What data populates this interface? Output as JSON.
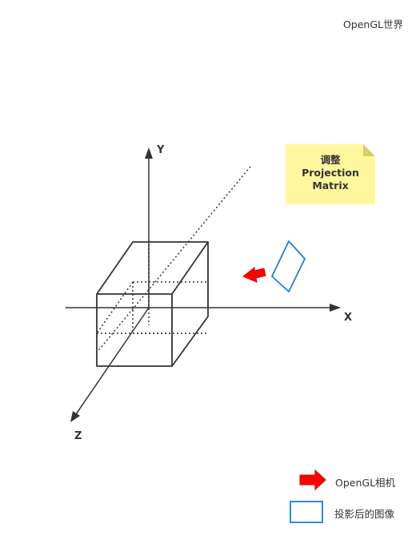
{
  "world_title": "OpenGL世界",
  "axes": {
    "x": "X",
    "y": "Y",
    "z": "Z"
  },
  "note": {
    "line1": "调整",
    "line2": "Projection",
    "line3": "Matrix",
    "fill_color": "#fff79e",
    "fold_color": "#d6ce6a"
  },
  "legend": {
    "camera_label": "OpenGL相机",
    "image_label": "投影后的图像"
  },
  "colors": {
    "camera_arrow": "#ff0000",
    "projected_image": "#1e7fd6",
    "lines": "#333333"
  }
}
